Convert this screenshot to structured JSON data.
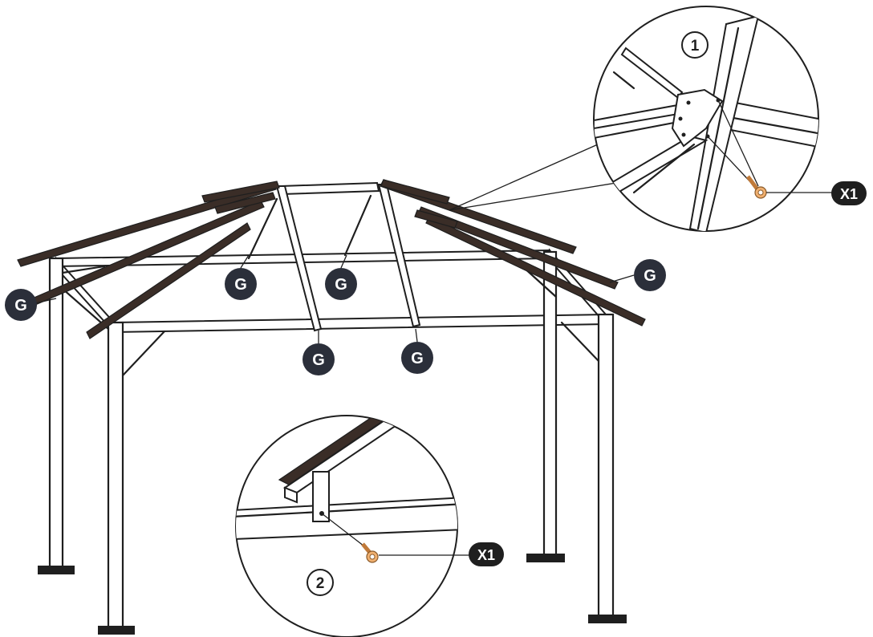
{
  "labels": {
    "part_g": "G",
    "part_x1": "X1",
    "step_one": "1",
    "step_two": "2"
  },
  "colors": {
    "line": "#1f1f1f",
    "roof_bar": "#3a2d27",
    "badge": "#2b2f3a",
    "screw": "#e39a4e"
  }
}
